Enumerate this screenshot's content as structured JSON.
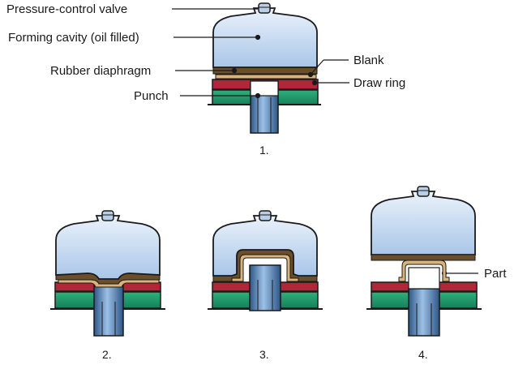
{
  "labels": {
    "pressure_control_valve": "Pressure-control valve",
    "forming_cavity": "Forming cavity (oil filled)",
    "rubber_diaphragm": "Rubber diaphragm",
    "punch": "Punch",
    "blank": "Blank",
    "draw_ring": "Draw ring",
    "part": "Part"
  },
  "stages": [
    {
      "number": "1."
    },
    {
      "number": "2."
    },
    {
      "number": "3."
    },
    {
      "number": "4."
    }
  ],
  "colors": {
    "oil": "#c9dcf3",
    "oil_dark": "#8fb0d6",
    "diaphragm": "#6b4f2a",
    "blank": "#d9b37a",
    "draw_ring": "#b3263a",
    "base": "#1f9a6b",
    "punch": "#3d6fa6",
    "outline": "#1a1a1a"
  }
}
